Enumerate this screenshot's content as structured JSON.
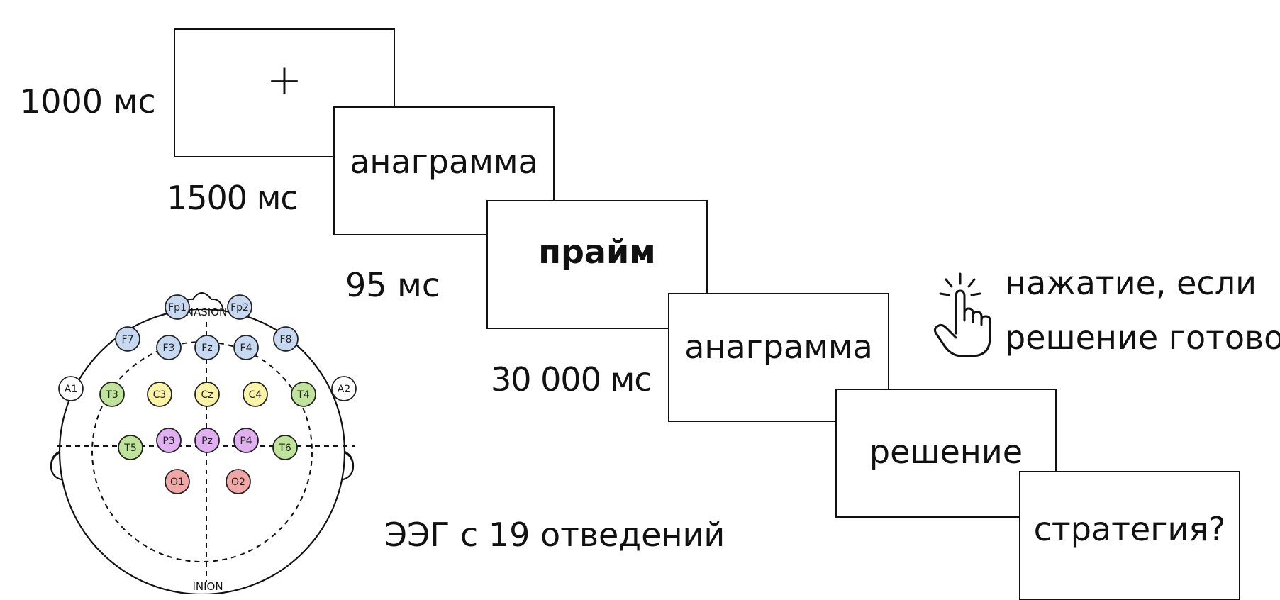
{
  "frames": [
    {
      "text": "+"
    },
    {
      "text": "анаграмма"
    },
    {
      "text": "прайм"
    },
    {
      "text": "анаграмма"
    },
    {
      "text": "решение"
    },
    {
      "text": "стратегия?"
    }
  ],
  "durations": {
    "fixation": "1000 мс",
    "anagram": "1500 мс",
    "prime": "95 мс",
    "solve": "30 000 мс"
  },
  "response_note": {
    "line1": "нажатие, если",
    "line2": "решение готово",
    "icon": "pointing-hand-click-icon"
  },
  "eeg": {
    "caption": "ЭЭГ с 19 отведений",
    "nasion": "NASION",
    "inion": "INION",
    "electrodes": {
      "fp1": "Fp1",
      "fp2": "Fp2",
      "f7": "F7",
      "f3": "F3",
      "fz": "Fz",
      "f4": "F4",
      "f8": "F8",
      "a1": "A1",
      "t3": "T3",
      "c3": "C3",
      "cz": "Cz",
      "c4": "C4",
      "t4": "T4",
      "a2": "A2",
      "t5": "T5",
      "p3": "P3",
      "pz": "Pz",
      "p4": "P4",
      "t6": "T6",
      "o1": "O1",
      "o2": "O2"
    },
    "colors": {
      "frontal": "#c6d9f1",
      "central": "#fbf3a6",
      "temporal": "#bfe39a",
      "parietal": "#e0b0f0",
      "occipital": "#f2a7a7",
      "reference": "#ffffff"
    }
  }
}
